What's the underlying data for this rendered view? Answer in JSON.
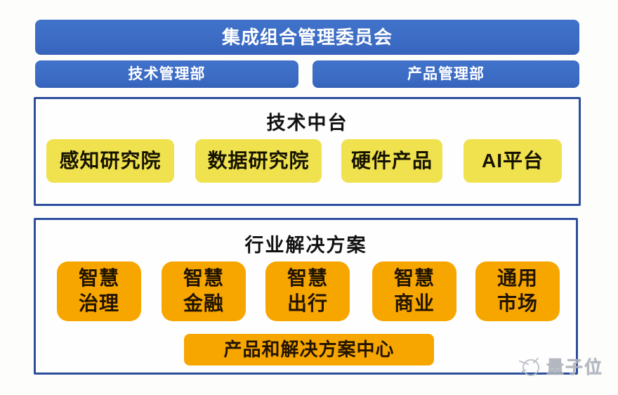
{
  "colors": {
    "bar_blue": "#3a69c2",
    "border_blue": "#2c4e9b",
    "unit_yellow": "#f0e14e",
    "unit_orange": "#f7a600",
    "title_text": "#111111",
    "watermark_gray": "#b9bdc6"
  },
  "org": {
    "committee": "集成组合管理委员会",
    "departments": [
      {
        "label": "技术管理部"
      },
      {
        "label": "产品管理部"
      }
    ],
    "tech_platform": {
      "title": "技术中台",
      "units": [
        {
          "label": "感知研究院"
        },
        {
          "label": "数据研究院"
        },
        {
          "label": "硬件产品"
        },
        {
          "label": "AI平台"
        }
      ]
    },
    "solutions": {
      "title": "行业解决方案",
      "units": [
        {
          "line1": "智慧",
          "line2": "治理"
        },
        {
          "line1": "智慧",
          "line2": "金融"
        },
        {
          "line1": "智慧",
          "line2": "出行"
        },
        {
          "line1": "智慧",
          "line2": "商业"
        },
        {
          "line1": "通用",
          "line2": "市场"
        }
      ],
      "center": "产品和解决方案中心"
    }
  },
  "watermark": {
    "label": "量子位"
  }
}
